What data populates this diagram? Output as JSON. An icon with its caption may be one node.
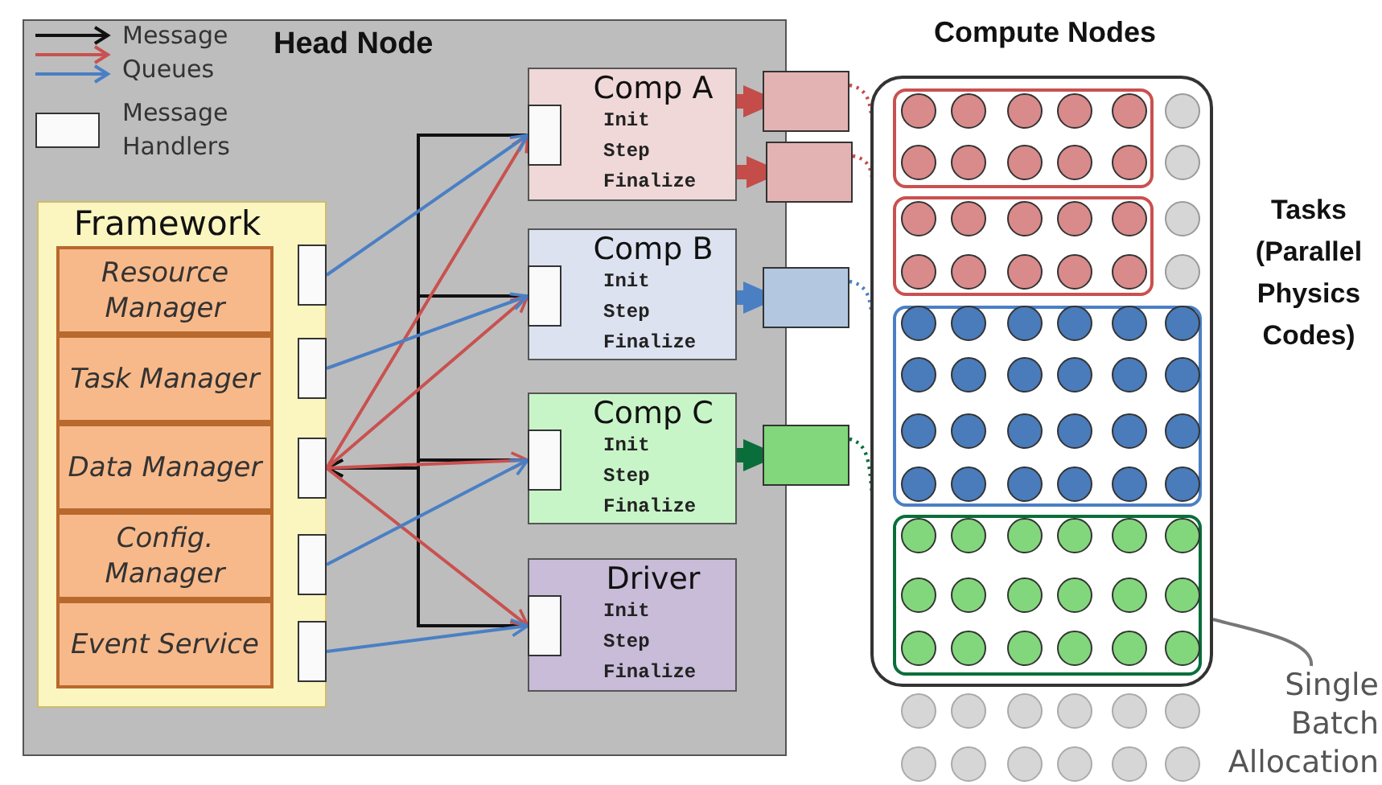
{
  "diagram": {
    "nodes": [
      {
        "text": [
          "Head Node"
        ]
      },
      {
        "text": [
          "Framework"
        ],
        "in": 0
      },
      {
        "text": [
          "Resource Manager"
        ],
        "in": 1
      },
      {
        "text": [
          "Task Manager"
        ],
        "in": 1
      },
      {
        "text": [
          "Data Manager"
        ],
        "in": 1
      },
      {
        "text": [
          "Config. Manager"
        ],
        "in": 1
      },
      {
        "text": [
          "Event Service"
        ],
        "in": 1
      },
      {
        "text": [],
        "shape": "box",
        "in": 1
      },
      {
        "text": [],
        "shape": "box",
        "in": 1
      },
      {
        "text": [],
        "shape": "box",
        "in": 1
      },
      {
        "text": [],
        "shape": "box",
        "in": 1
      },
      {
        "text": [],
        "shape": "box",
        "in": 1
      },
      {
        "text": [
          "Comp A",
          "Init",
          "Step",
          "Finalize"
        ],
        "in": 0
      },
      {
        "text": [
          "Comp B",
          "Init",
          "Step",
          "Finalize"
        ],
        "in": 0
      },
      {
        "text": [
          "Comp C",
          "Init",
          "Step",
          "Finalize"
        ],
        "in": 0
      },
      {
        "text": [
          "Driver",
          "Init",
          "Step",
          "Finalize"
        ],
        "in": 0
      },
      {
        "text": [],
        "shape": "box",
        "in": 12
      },
      {
        "text": [],
        "shape": "box",
        "in": 13
      },
      {
        "text": [],
        "shape": "box",
        "in": 14
      },
      {
        "text": [],
        "shape": "box",
        "in": 15
      },
      {
        "text": [],
        "shape": "box"
      },
      {
        "text": [],
        "shape": "box"
      },
      {
        "text": [],
        "shape": "box"
      },
      {
        "text": [],
        "shape": "box"
      },
      {
        "text": [
          "Compute Nodes"
        ]
      },
      {
        "text": [],
        "shape": "box",
        "in": 24
      },
      {
        "text": [],
        "shape": "box",
        "in": 24
      },
      {
        "text": [],
        "shape": "box",
        "in": 24
      },
      {
        "text": [],
        "shape": "box",
        "in": 24
      },
      {
        "text": [
          "Single Batch Allocation"
        ]
      }
    ],
    "edges": [
      {
        "from": 16,
        "to": 9,
        "arrow": "to",
        "color": "#111111"
      },
      {
        "from": 17,
        "to": 9,
        "arrow": "to",
        "color": "#111111"
      },
      {
        "from": 18,
        "to": 9,
        "arrow": "to",
        "color": "#111111"
      },
      {
        "from": 19,
        "to": 9,
        "arrow": "to",
        "color": "#111111"
      },
      {
        "from": 9,
        "to": 16,
        "arrow": "to",
        "color": "#c9514f"
      },
      {
        "from": 9,
        "to": 17,
        "arrow": "to",
        "color": "#c9514f"
      },
      {
        "from": 9,
        "to": 18,
        "arrow": "to",
        "color": "#c9514f"
      },
      {
        "from": 9,
        "to": 19,
        "arrow": "to",
        "color": "#c9514f"
      },
      {
        "from": 7,
        "to": 16,
        "arrow": "to",
        "color": "#4a7fc4"
      },
      {
        "from": 8,
        "to": 17,
        "arrow": "to",
        "color": "#4a7fc4"
      },
      {
        "from": 10,
        "to": 18,
        "arrow": "to",
        "color": "#4a7fc4"
      },
      {
        "from": 11,
        "to": 19,
        "arrow": "to",
        "color": "#4a7fc4"
      },
      {
        "from": 12,
        "to": 20,
        "arrow": "to",
        "style": "thick",
        "color": "#c44d4a"
      },
      {
        "from": 12,
        "to": 21,
        "arrow": "to",
        "style": "thick",
        "color": "#c44d4a"
      },
      {
        "from": 13,
        "to": 22,
        "arrow": "to",
        "style": "thick",
        "color": "#4a7fc4"
      },
      {
        "from": 14,
        "to": 23,
        "arrow": "to",
        "style": "thick",
        "color": "#0a6e3a"
      },
      {
        "from": 20,
        "to": 25,
        "arrow": "none",
        "style": "dashed",
        "color": "#c44d4a"
      },
      {
        "from": 21,
        "to": 26,
        "arrow": "none",
        "style": "dashed",
        "color": "#c44d4a"
      },
      {
        "from": 22,
        "to": 27,
        "arrow": "none",
        "style": "dashed",
        "color": "#4a7fc4"
      },
      {
        "from": 23,
        "to": 28,
        "arrow": "none",
        "style": "dashed",
        "color": "#0a6e3a"
      },
      {
        "from": 29,
        "to": 24,
        "arrow": "none",
        "color": "#777777"
      }
    ],
    "labels": [
      "Tasks (Parallel Physics Codes)"
    ],
    "legend": [
      {
        "text": "Message Queues"
      },
      {
        "text": "Message Handlers"
      }
    ]
  }
}
